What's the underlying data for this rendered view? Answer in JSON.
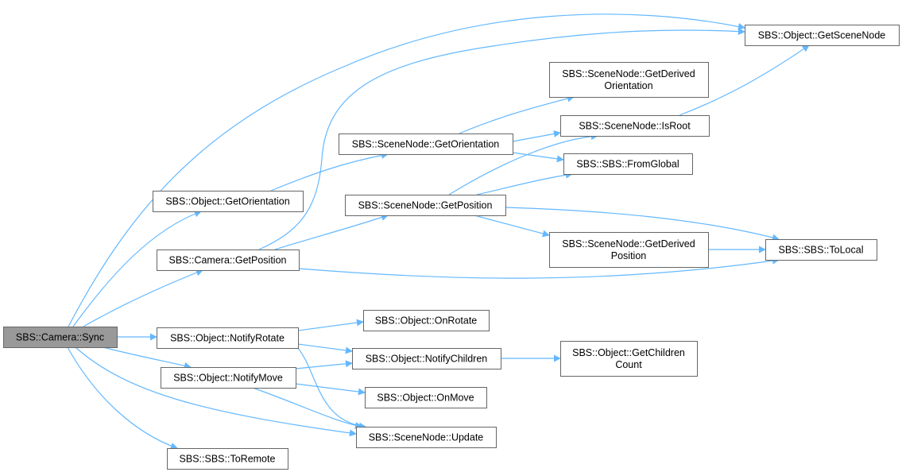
{
  "colors": {
    "edge": "#63b8ff",
    "node_fill": "#ffffff",
    "node_border": "#666666",
    "root_fill": "#999999",
    "text": "#000000"
  },
  "nodes": [
    {
      "id": "sync",
      "lines": [
        "SBS::Camera::Sync"
      ],
      "root": true
    },
    {
      "id": "obj_getscenenode",
      "lines": [
        "SBS::Object::GetSceneNode"
      ]
    },
    {
      "id": "sn_getderivedorientation",
      "lines": [
        "SBS::SceneNode::GetDerived",
        "Orientation"
      ]
    },
    {
      "id": "sn_isroot",
      "lines": [
        "SBS::SceneNode::IsRoot"
      ]
    },
    {
      "id": "sn_getorientation",
      "lines": [
        "SBS::SceneNode::GetOrientation"
      ]
    },
    {
      "id": "sbs_fromglobal",
      "lines": [
        "SBS::SBS::FromGlobal"
      ]
    },
    {
      "id": "obj_getorientation",
      "lines": [
        "SBS::Object::GetOrientation"
      ]
    },
    {
      "id": "sn_getposition",
      "lines": [
        "SBS::SceneNode::GetPosition"
      ]
    },
    {
      "id": "cam_getposition",
      "lines": [
        "SBS::Camera::GetPosition"
      ]
    },
    {
      "id": "sn_getderivedposition",
      "lines": [
        "SBS::SceneNode::GetDerived",
        "Position"
      ]
    },
    {
      "id": "sbs_tolocal",
      "lines": [
        "SBS::SBS::ToLocal"
      ]
    },
    {
      "id": "obj_onrotate",
      "lines": [
        "SBS::Object::OnRotate"
      ]
    },
    {
      "id": "obj_notifyrotate",
      "lines": [
        "SBS::Object::NotifyRotate"
      ]
    },
    {
      "id": "obj_notifychildren",
      "lines": [
        "SBS::Object::NotifyChildren"
      ]
    },
    {
      "id": "obj_getchildrencount",
      "lines": [
        "SBS::Object::GetChildren",
        "Count"
      ]
    },
    {
      "id": "obj_notifymove",
      "lines": [
        "SBS::Object::NotifyMove"
      ]
    },
    {
      "id": "obj_onmove",
      "lines": [
        "SBS::Object::OnMove"
      ]
    },
    {
      "id": "sn_update",
      "lines": [
        "SBS::SceneNode::Update"
      ]
    },
    {
      "id": "sbs_toremote",
      "lines": [
        "SBS::SBS::ToRemote"
      ]
    }
  ],
  "edges": [
    {
      "from": "sync",
      "to": "obj_getscenenode"
    },
    {
      "from": "sync",
      "to": "obj_getorientation"
    },
    {
      "from": "sync",
      "to": "cam_getposition"
    },
    {
      "from": "sync",
      "to": "obj_notifyrotate"
    },
    {
      "from": "sync",
      "to": "obj_notifymove"
    },
    {
      "from": "sync",
      "to": "sn_update"
    },
    {
      "from": "sync",
      "to": "sbs_toremote"
    },
    {
      "from": "obj_getorientation",
      "to": "sn_getorientation"
    },
    {
      "from": "cam_getposition",
      "to": "obj_getscenenode"
    },
    {
      "from": "cam_getposition",
      "to": "sn_getposition"
    },
    {
      "from": "cam_getposition",
      "to": "sbs_tolocal"
    },
    {
      "from": "sn_getorientation",
      "to": "sn_getderivedorientation"
    },
    {
      "from": "sn_getorientation",
      "to": "sn_isroot"
    },
    {
      "from": "sn_getorientation",
      "to": "sbs_fromglobal"
    },
    {
      "from": "sn_isroot",
      "to": "obj_getscenenode"
    },
    {
      "from": "sn_getposition",
      "to": "sn_isroot"
    },
    {
      "from": "sn_getposition",
      "to": "sbs_fromglobal"
    },
    {
      "from": "sn_getposition",
      "to": "sn_getderivedposition"
    },
    {
      "from": "sn_getposition",
      "to": "sbs_tolocal"
    },
    {
      "from": "sn_getderivedposition",
      "to": "sbs_tolocal"
    },
    {
      "from": "obj_notifyrotate",
      "to": "obj_onrotate"
    },
    {
      "from": "obj_notifyrotate",
      "to": "obj_notifychildren"
    },
    {
      "from": "obj_notifyrotate",
      "to": "sn_update"
    },
    {
      "from": "obj_notifymove",
      "to": "obj_notifychildren"
    },
    {
      "from": "obj_notifymove",
      "to": "obj_onmove"
    },
    {
      "from": "obj_notifymove",
      "to": "sn_update"
    },
    {
      "from": "obj_notifychildren",
      "to": "obj_getchildrencount"
    }
  ]
}
